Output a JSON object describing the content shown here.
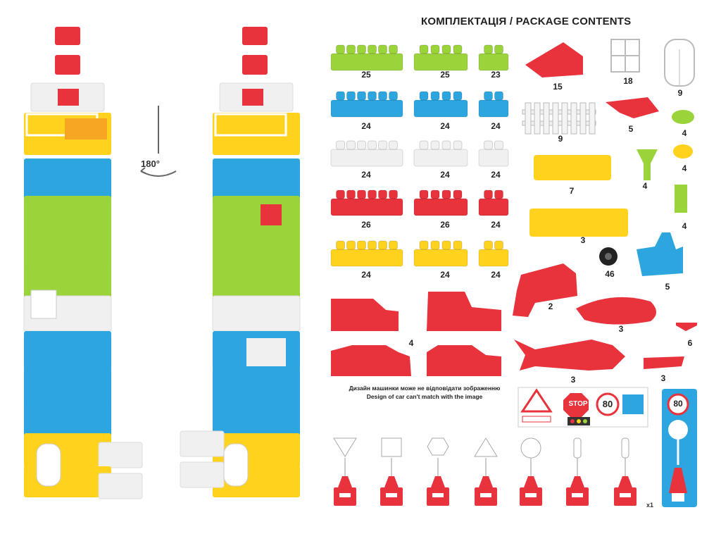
{
  "header": {
    "title": "КОМПЛЕКТАЦІЯ / PACKAGE CONTENTS"
  },
  "rotation_label": "180°",
  "colors": {
    "green": "#9BD33A",
    "blue": "#2DA6E0",
    "white": "#F0F0F0",
    "red": "#E8323C",
    "yellow": "#FFD21E",
    "orange": "#F6A623"
  },
  "bricks": [
    {
      "color": "green",
      "rows": [
        "25",
        "25",
        "23"
      ]
    },
    {
      "color": "blue",
      "rows": [
        "24",
        "24",
        "24"
      ]
    },
    {
      "color": "white",
      "rows": [
        "24",
        "24",
        "24"
      ]
    },
    {
      "color": "red",
      "rows": [
        "26",
        "26",
        "24"
      ]
    },
    {
      "color": "yellow",
      "rows": [
        "24",
        "24",
        "24"
      ]
    }
  ],
  "accessories": {
    "roof": "15",
    "window": "18",
    "door": "9",
    "fence": "9",
    "red_tile": "5",
    "green_cup": "4",
    "yellow_base_7": "7",
    "yellow_cup": "4",
    "green_funnel": "4",
    "green_chimney": "4",
    "yellow_base_3": "3",
    "wheels": "46",
    "blue_chair": "5",
    "locomotive": "2",
    "boat_hull": "3",
    "propeller": "6",
    "vehicles": "4",
    "airplane": "3",
    "small_piece": "3"
  },
  "car_note": {
    "ua": "Дизайн машинки може не відповідати зображенню",
    "en": "Design of car can't match with the image"
  },
  "signs": {
    "stop": "STOP",
    "speed": "80",
    "speed_vertical": "80",
    "multiplier": "x1"
  }
}
